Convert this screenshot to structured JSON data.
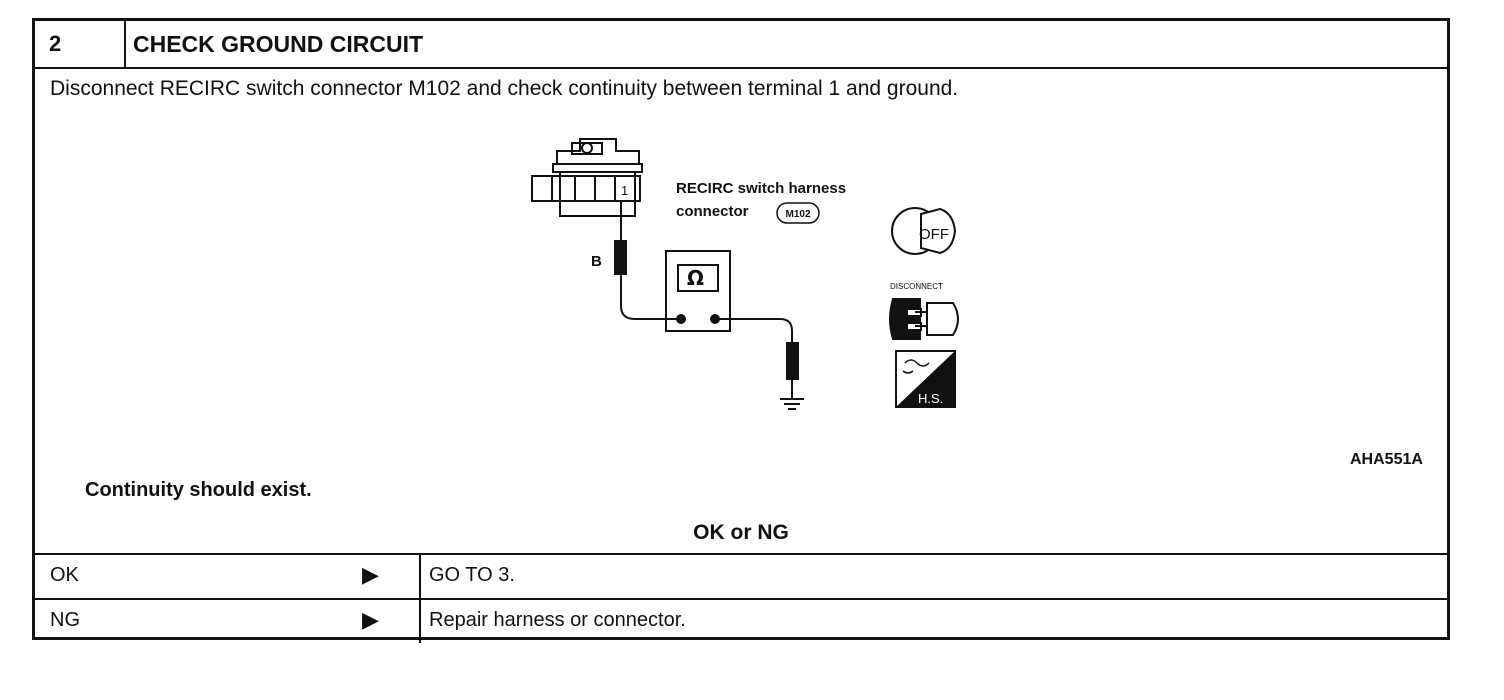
{
  "step": {
    "number": "2",
    "title": "CHECK GROUND CIRCUIT"
  },
  "instruction": "Disconnect RECIRC switch connector M102 and check continuity between terminal 1 and ground.",
  "figure": {
    "connector_label_line1": "RECIRC switch harness",
    "connector_label_line2": "connector",
    "connector_id": "M102",
    "terminal": "1",
    "wire_color": "B",
    "meter_symbol": "Ω",
    "ignition_state": "OFF",
    "disconnect_label": "DISCONNECT",
    "hs_label": "H.S.",
    "figure_code": "AHA551A"
  },
  "result_text": "Continuity should exist.",
  "decision_title": "OK or NG",
  "outcomes": [
    {
      "code": "OK",
      "arrow": "▶",
      "action": "GO TO 3."
    },
    {
      "code": "NG",
      "arrow": "▶",
      "action": "Repair harness or connector."
    }
  ]
}
